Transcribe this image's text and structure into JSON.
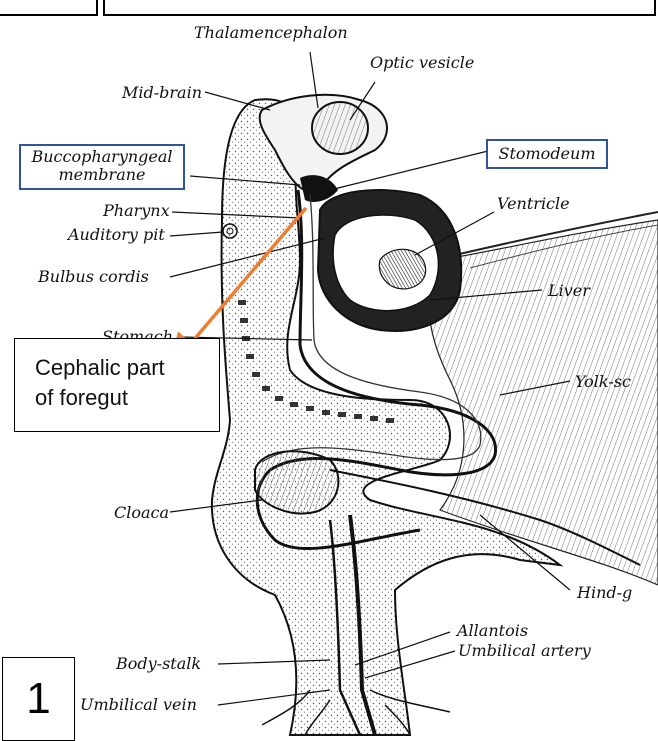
{
  "labels": {
    "thalamencephalon": "Thalamencephalon",
    "optic_vesicle": "Optic vesicle",
    "mid_brain": "Mid-brain",
    "buccopharyngeal_line1": "Buccopharyngeal",
    "buccopharyngeal_line2": "membrane",
    "stomodeum": "Stomodeum",
    "pharynx": "Pharynx",
    "ventricle": "Ventricle",
    "auditory_pit": "Auditory pit",
    "bulbus_cordis": "Bulbus cordis",
    "liver": "Liver",
    "stomach": "Stomach",
    "yolk_sac": "Yolk-sc",
    "cloaca": "Cloaca",
    "hind_gut": "Hind-g",
    "allantois": "Allantois",
    "body_stalk": "Body-stalk",
    "umbilical_artery": "Umbilical artery",
    "umbilical_vein": "Umbilical vein"
  },
  "callout": {
    "line1": "Cephalic part",
    "line2": "of foregut"
  },
  "figure_number": "1",
  "colors": {
    "box_border": "#2f5597",
    "arrow": "#ed7d31",
    "ink": "#111111"
  }
}
